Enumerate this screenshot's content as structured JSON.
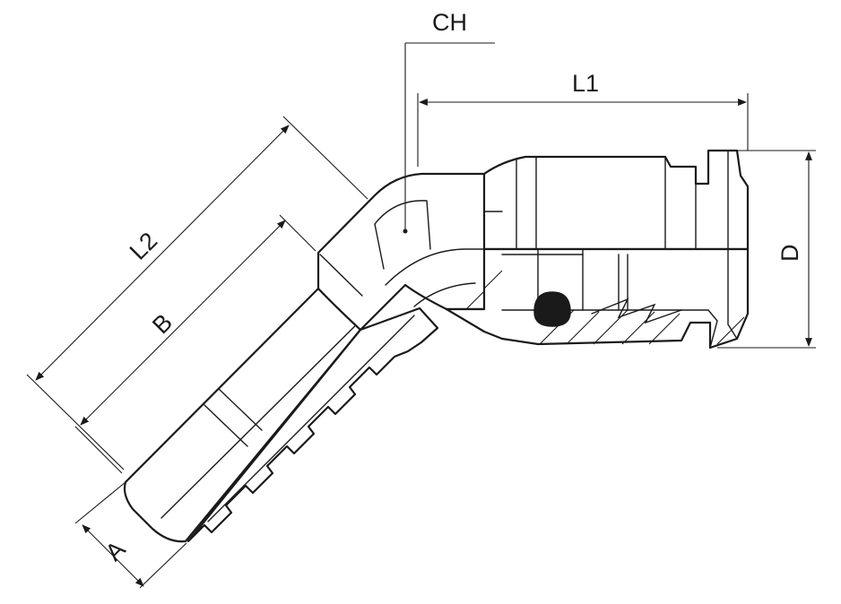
{
  "diagram": {
    "labels": {
      "ch": "CH",
      "l1": "L1",
      "l2": "L2",
      "b": "B",
      "a": "A",
      "d": "D"
    },
    "colors": {
      "line": "#1a1a1a",
      "background": "#ffffff",
      "seal": "#1a1a1a"
    }
  }
}
